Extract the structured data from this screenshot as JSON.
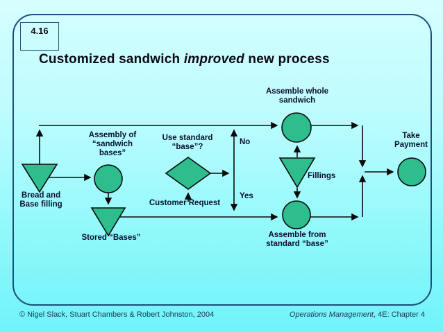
{
  "slide": {
    "slide_number": "4.16",
    "title": {
      "part1": "Customized sandwich ",
      "part2": "improved",
      "part3": " new process"
    },
    "footer": {
      "left": "© Nigel Slack, Stuart Chambers & Robert Johnston, 2004",
      "right_italic": "Operations Management",
      "right_rest": ", 4E: Chapter 4"
    }
  },
  "flowchart": {
    "labels": {
      "assemble_whole": {
        "line1": "Assemble whole",
        "line2": "sandwich"
      },
      "assembly_of": {
        "line1": "Assembly of",
        "line2": "“sandwich",
        "line3": "bases”"
      },
      "use_standard": {
        "line1": "Use standard",
        "line2": "“base”?"
      },
      "no": "No",
      "yes": "Yes",
      "take_payment": {
        "line1": "Take",
        "line2": "Payment"
      },
      "fillings": "Fillings",
      "bread": {
        "line1": "Bread and",
        "line2": "Base filling"
      },
      "customer_request": "Customer Request",
      "stored_bases": "Stored “Bases”",
      "assemble_std": {
        "line1": "Assemble from",
        "line2": "standard “base”"
      }
    },
    "colors": {
      "shape_fill": "#2EBD8D",
      "shape_stroke": "#0B0B0B",
      "arrow": "#0B0B0B",
      "frame_border": "#1C4E79",
      "background_top": "#D6FEFF",
      "background_bottom": "#6FF3F9",
      "footer_text": "#17365D"
    }
  }
}
